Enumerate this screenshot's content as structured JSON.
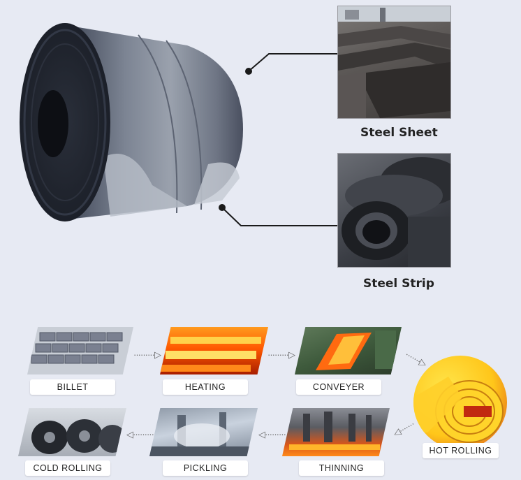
{
  "top": {
    "sheet_label": "Steel Sheet",
    "strip_label": "Steel Strip"
  },
  "process": {
    "billet": "BILLET",
    "heating": "HEATING",
    "conveyer": "CONVEYER",
    "hot_rolling": "HOT ROLLING",
    "thinning": "THINNING",
    "pickling": "PICKLING",
    "cold_rolling": "COLD ROLLING"
  },
  "colors": {
    "background": "#e7eaf3",
    "steel": "#5a6272",
    "hot": "#ff7a1a"
  }
}
